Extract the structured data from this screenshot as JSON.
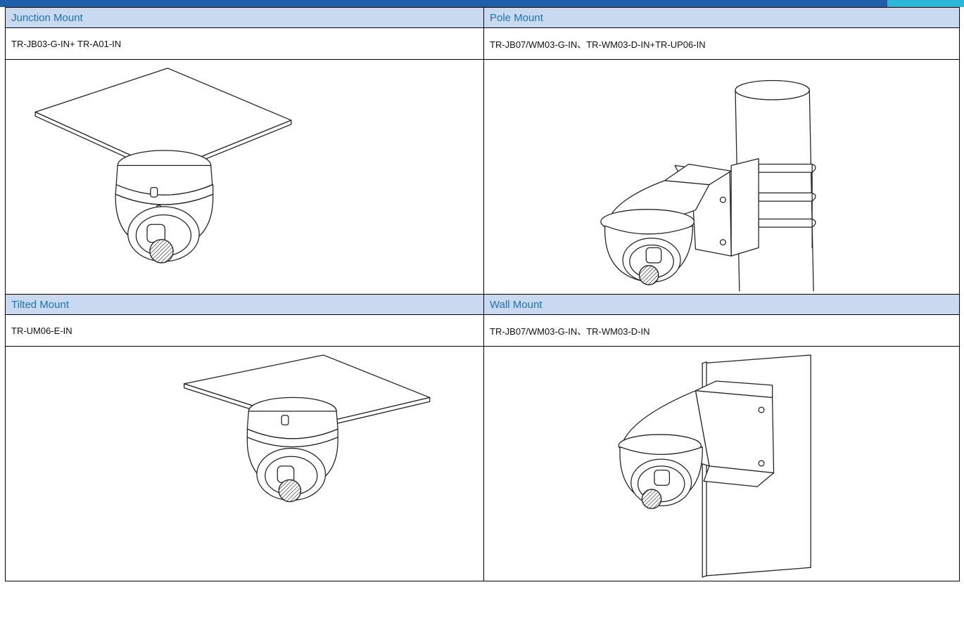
{
  "rows": [
    {
      "left": {
        "title": "Junction Mount",
        "model": "TR-JB03-G-IN+ TR-A01-IN"
      },
      "right": {
        "title": "Pole Mount",
        "model": "TR-JB07/WM03-G-IN、TR-WM03-D-IN+TR-UP06-IN"
      }
    },
    {
      "left": {
        "title": "Tilted Mount",
        "model": "TR-UM06-E-IN"
      },
      "right": {
        "title": "Wall Mount",
        "model": "TR-JB07/WM03-G-IN、TR-WM03-D-IN"
      }
    }
  ],
  "colors": {
    "header_bg": "#c9daf0",
    "header_text": "#1a73b5",
    "top_bar": "#1f5ea8",
    "top_bar_accent": "#2bb7d8"
  }
}
